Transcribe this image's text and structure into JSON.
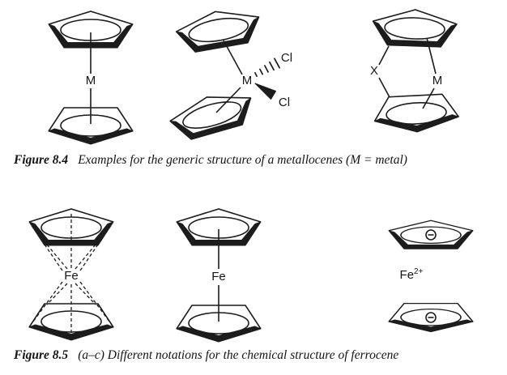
{
  "figure_8_4": {
    "caption_label": "Figure 8.4",
    "caption_text": "Examples for the generic structure of a metallocenes (M = metal)",
    "labels": {
      "metal_1": "M",
      "metal_2": "M",
      "metal_3": "M",
      "chlorine_upper": "Cl",
      "chlorine_lower": "Cl",
      "bridge": "X"
    }
  },
  "figure_8_5": {
    "caption_label": "Figure 8.5",
    "caption_text": "(a–c) Different notations for the chemical structure of ferrocene",
    "labels": {
      "iron_left": "Fe",
      "iron_middle": "Fe",
      "iron_cation": "Fe",
      "iron_cation_charge": "2+"
    },
    "icons": {
      "circled_minus": "⊖"
    }
  }
}
